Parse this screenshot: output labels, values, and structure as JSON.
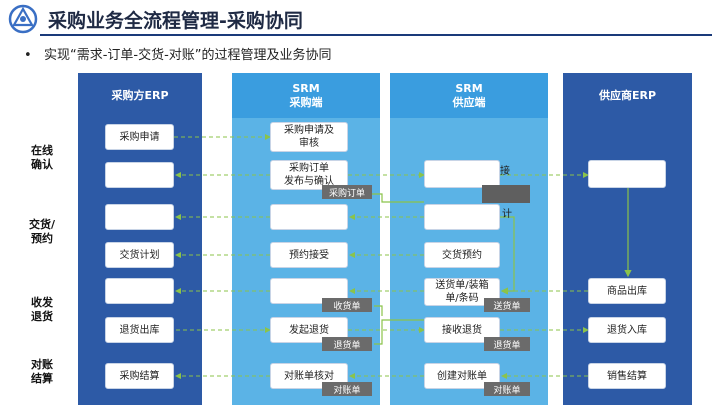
{
  "header": {
    "title": "采购业务全流程管理-采购协同",
    "bullet": "实现“需求-订单-交货-对账”的过程管理及业务协同"
  },
  "columns": [
    {
      "title": "采购方ERP",
      "subtitle": ""
    },
    {
      "title": "SRM",
      "subtitle": "采购端"
    },
    {
      "title": "SRM",
      "subtitle": "供应端"
    },
    {
      "title": "供应商ERP",
      "subtitle": ""
    }
  ],
  "rows": [
    {
      "line1": "在线",
      "line2": "确认"
    },
    {
      "line1": "交货/",
      "line2": "预约"
    },
    {
      "line1": "收发",
      "line2": "退货"
    },
    {
      "line1": "对账",
      "line2": "结算"
    }
  ],
  "buyer_erp": {
    "purchase_request": "采购申请",
    "delivery_plan": "交货计划",
    "return_out": "退货出库",
    "purchase_settle": "采购结算"
  },
  "srm_buyer": {
    "request_review_1": "采购申请及",
    "request_review_2": "审核",
    "order_release_1": "采购订单",
    "order_release_2": "发布与确认",
    "order_tag": "采购订单",
    "booking_accept": "预约接受",
    "receipt_tag": "收货单",
    "start_return": "发起退货",
    "return_tag": "退货单",
    "recon_check": "对账单核对",
    "recon_tag": "对账单"
  },
  "srm_supplier": {
    "overflow_1": "接",
    "overflow_2": "计",
    "delivery_booking": "交货预约",
    "ship_note_1": "送货单/装箱",
    "ship_note_2": "单/条码",
    "ship_tag": "送货单",
    "receive_return": "接收退货",
    "return_tag": "退货单",
    "create_recon": "创建对账单",
    "recon_tag": "对账单"
  },
  "supplier_erp": {
    "goods_out": "商品出库",
    "return_in": "退货入库",
    "sales_settle": "销售结算"
  },
  "colors": {
    "dark_column": "#2d5aa6",
    "light_column": "#5bb3e6",
    "header_light": "#3a9ddf",
    "tag": "#6b6b6b",
    "arrow": "#8bc34a"
  }
}
